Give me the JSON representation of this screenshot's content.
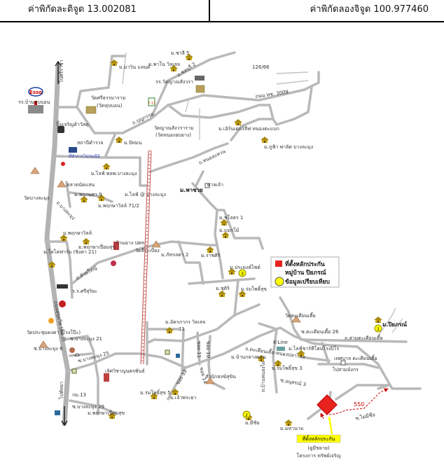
{
  "header": {
    "latitude_label": "ค่าพิกัดละติจูด 13.002081",
    "longitude_label": "ค่าพิกัดลองจิจูด 100.977460"
  },
  "legend": {
    "collateral": "ที่ตั้งหลักประกัน",
    "village": "หมู่บ้าน ปิยภรณ์",
    "comparison": "ข้อมูลเปรียบเทียบ"
  },
  "target": {
    "label": "ที่ตั้งหลักประกัน",
    "note": "(ดูมีขยาย)",
    "project": "โครงการ ทรัพย์เจริญ",
    "distance": "550",
    "destination": "ซ.ไม่มีชื่อ"
  },
  "comparables": [
    "1",
    "2",
    "3"
  ],
  "road_labels": {
    "highway_north": "ไปศรีราชา",
    "highway_mid": "ถนนสุขุมวิท (ทล.3)",
    "highway_south": "ไปพัทยา",
    "road_3009": "ถนน ทช. 3009",
    "road_pk": "ถ.บุญกรรม",
    "road_2": "ถ.ชลบุรี 2",
    "soi_bang": "ถ.บางละมุง",
    "house_no": "126/66",
    "soi_10": "ซอย 10",
    "soi_11": "ซอย 11",
    "soi_12": "ซอย 12",
    "soi_14": "ซอย 14",
    "soi_26": "ซ.ตะเคียนเตี้ย 26",
    "road_tk": "ถ.สามตะเคียนเตี้ย",
    "road_tk2": "ถ.ตะเคียนเตี้ย-หนองปลาไหล",
    "road_bn": "ถ.บ้านหนองไผ่",
    "soi_21": "ซ.บางละมุง 21",
    "soi_25": "ซ.บางละมุง 25",
    "soi_29": "ซ.บางละมุง 29",
    "soi_6": "ซ.บางละมุง 6",
    "km13": "กม.13",
    "road_yai": "ถ.หนองแหวน",
    "road_ns": "ถ.ห้วยใหญ่"
  },
  "places": {
    "esso": "Esso",
    "school_1": "รร.บ้านหุบบอน",
    "wat_1": "วัดศรีธรรมาราม",
    "wat_1b": "(วัดหุบบอน)",
    "school_2": "รร.วัดญาณสังวรา",
    "wat_2": "วัดญาณสังวราราม",
    "wat_2b": "(วัดหนองอบยาง)",
    "village_a": "ม.มาวิน แลนด์",
    "village_b": "ม.ชาลี 5",
    "village_c": "ม.พาโน วิลเลจ",
    "village_d": "ม.เอิร์นเดอร์ลีฟ หนองตะแบก",
    "village_e": "ม.ภูฟ้า พาลิต บางละมุง",
    "seven": "7-11",
    "building_1": "ปั๊มเจริญค้าวัสดุ",
    "police": "สถานีตำรวจ",
    "bank_line": "ที่ทำการไปรษณีย์",
    "village_f": "ม.ปัทมน",
    "village_g": "ม.ไลฟ์ พลพ.บางละมุง",
    "market": "ตลาดนัดแสน",
    "wat_3": "วัดบางละมุง",
    "village_h": "ม.พฤกษศา 9",
    "village_i": "ม.พฤกษาวิลล์ 71/2",
    "village_j": "ม.ไลฟ์ @ บางละมุง",
    "village_k": "ม.พาชวย",
    "temple_small": "ศาลเจ้า",
    "village_l": "ม.ชโลธร 1",
    "village_m": "ม.แมกไม้",
    "village_n": "ม.พฤกษาวิลล์",
    "village_o": "ม.พฤกษาเปี่ยมสุข",
    "ptt": "บ้านฉาง ปตท.",
    "village_p": "ม.ไลโค่ฟาร์ม (ชิงตา 21)",
    "wat_4": "วัดสีระเบียง",
    "village_q": "ม.ภัทรลดา 2",
    "village_r": "ม.ราชศิริ",
    "village_s": "ม.ประยงค์ไซด์",
    "village_t": "ม.ชุติริ",
    "village_u": "ม.ร่มโพธิ์สุข",
    "school_3": "ร.ร.ศรีสุริยะ",
    "wat_5": "วัดประชุมคงคา (โรงโป๊ะ)",
    "village_v": "ม.อัครภากร วิลเลจ",
    "village_v2": "11",
    "wat_6": "วัดตะเคียนเตี้ย",
    "village_w": "ม.ปิยภรณ์",
    "kline": "K-Line",
    "village_x": "ม.ไลฟ์ชาร์ทีโฮมโรงปิโร",
    "village_y": "ม.บ้านกลางดอน",
    "village_z": "ม.ร่มโพธิ์สุข 3",
    "municipal": "เทศบาล ตะเคียนเตี้ย",
    "to_sattahip": "ไปสามมังกร",
    "office": "สำนักสงฆ์สุขิน",
    "market_2": "เลิศวิชาญนครพันธ์",
    "village_aa": "ม.ร่มโพธิ์สุข 5",
    "village_bb": "ม.เจ้าพระยา",
    "village_cc": "ม.พฤกษาเปี่ยมสุข",
    "village_dd": "ม.มีชัย",
    "village_ee": "ม.มหานาม",
    "soi_13": "ซ.อนุสรณ์ 3"
  },
  "colors": {
    "road": "#b9b9b9",
    "railway": "#c0504d",
    "target": "#e8221f",
    "highlight": "#ffff00",
    "house": "#a88a10"
  }
}
